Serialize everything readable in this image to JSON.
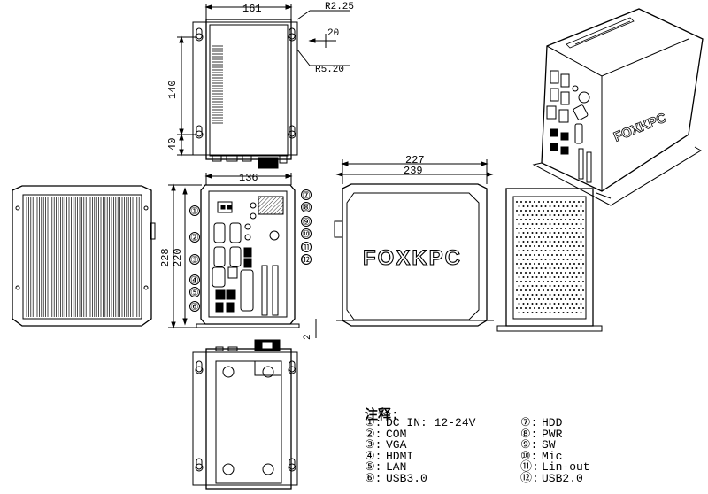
{
  "dimensions": {
    "top_width": "161",
    "radius_outer": "R2.25",
    "offset_20": "20",
    "radius_inner": "R5.20",
    "height_140": "140",
    "height_40": "40",
    "front_width": "136",
    "height_228": "228",
    "height_220": "220",
    "side_width_227": "227",
    "side_width_239": "239",
    "foot_offset": "2"
  },
  "brand": "FOXKPC",
  "callouts": [
    "①",
    "②",
    "③",
    "④",
    "⑤",
    "⑥",
    "⑦",
    "⑧",
    "⑨",
    "⑩",
    "⑪",
    "⑫"
  ],
  "legend": {
    "title": "注释:",
    "left": [
      {
        "num": "①:",
        "text": "DC IN: 12-24V"
      },
      {
        "num": "②:",
        "text": "COM"
      },
      {
        "num": "③:",
        "text": "VGA"
      },
      {
        "num": "④:",
        "text": "HDMI"
      },
      {
        "num": "⑤:",
        "text": "LAN"
      },
      {
        "num": "⑥:",
        "text": "USB3.0"
      }
    ],
    "right": [
      {
        "num": "⑦:",
        "text": "HDD"
      },
      {
        "num": "⑧:",
        "text": "PWR"
      },
      {
        "num": "⑨:",
        "text": "SW"
      },
      {
        "num": "⑩:",
        "text": "Mic"
      },
      {
        "num": "⑪:",
        "text": "Lin-out"
      },
      {
        "num": "⑫:",
        "text": "USB2.0"
      }
    ]
  }
}
